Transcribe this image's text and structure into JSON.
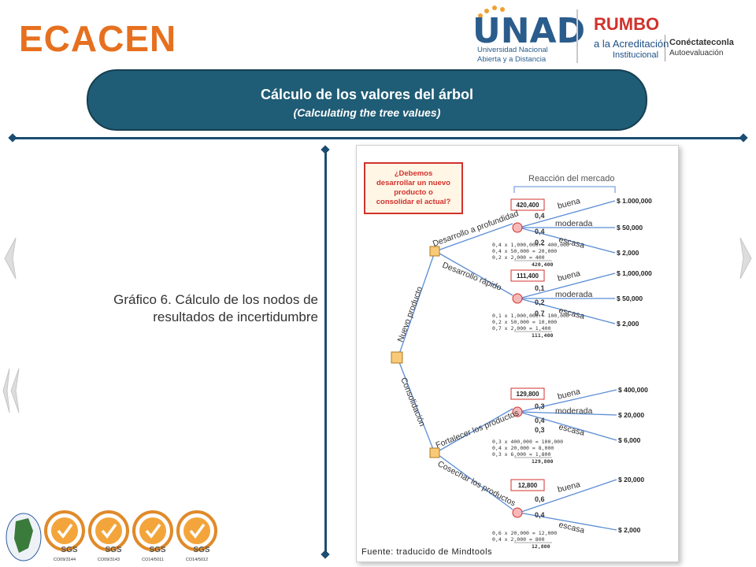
{
  "header": {
    "brand": "ECACEN",
    "unad_logo": {
      "title": "UNAD",
      "line1": "Universidad Nacional",
      "line2": "Abierta y a Distancia"
    },
    "rumbo_logo": {
      "word": "RUMBO",
      "line1": "a la Acreditación",
      "line2": "Institucional",
      "right1": "Conéctateconla",
      "right2": "Autoevaluación"
    }
  },
  "banner": {
    "title": "Cálculo de los valores del árbol",
    "subtitle": "(Calculating the tree values)"
  },
  "caption": {
    "line1": "Gráfico 6. Cálculo de los nodos de",
    "line2": "resultados de incertidumbre"
  },
  "diagram": {
    "question": [
      "¿Debemos",
      "desarrollar un nuevo",
      "producto o",
      "consolidar el actual?"
    ],
    "market_reaction": "Reacción del mercado",
    "branch_new": "Nuevo producto",
    "branch_consolidate": "Consolidación",
    "sub_deep": "Desarrollo a profundidad",
    "sub_fast": "Desarrollo rápido",
    "sub_strengthen": "Fortalecer los productos",
    "sub_harvest": "Cosechar los productos",
    "values": {
      "deep": "420,400",
      "fast": "111,400",
      "strengthen": "129,800",
      "harvest": "12,800"
    },
    "deep": {
      "outcomes": [
        {
          "label": "buena",
          "prob": "0,4",
          "payoff": "$ 1.000,000"
        },
        {
          "label": "moderada",
          "prob": "0,4",
          "payoff": "$ 50,000"
        },
        {
          "label": "escasa",
          "prob": "0,2",
          "payoff": "$ 2,000"
        }
      ],
      "calc": [
        "0,4 x 1,000,000 = 400,000",
        "0,4 x     50,000 =  20,000",
        "0,2 x       2,000 =       400"
      ],
      "total": "420,400"
    },
    "fast": {
      "outcomes": [
        {
          "label": "buena",
          "prob": "0,1",
          "payoff": "$ 1,000,000"
        },
        {
          "label": "moderada",
          "prob": "0,2",
          "payoff": "$ 50,000"
        },
        {
          "label": "escasa",
          "prob": "0,7",
          "payoff": "$ 2,000"
        }
      ],
      "calc": [
        "0,1 x 1,000,000 = 100,000",
        "0,2 x     50,000 =  10,000",
        "0,7 x       2,000 =    1,400"
      ],
      "total": "111,400"
    },
    "strengthen": {
      "outcomes": [
        {
          "label": "buena",
          "prob": "0,3",
          "payoff": "$ 400,000"
        },
        {
          "label": "moderada",
          "prob": "0,4",
          "payoff": "$ 20,000"
        },
        {
          "label": "escasa",
          "prob": "0,3",
          "payoff": "$ 6,000"
        }
      ],
      "calc": [
        "0,3 x   400,000 = 100,000",
        "0,4 x     20,000 =    8,000",
        "0,3 x       6,000 =    1,800"
      ],
      "total": "129,800"
    },
    "harvest": {
      "outcomes": [
        {
          "label": "buena",
          "prob": "0,6",
          "payoff": "$ 20,000"
        },
        {
          "label": "escasa",
          "prob": "0,4",
          "payoff": "$ 2,000"
        }
      ],
      "calc": [
        "0,6 x     20,000 =  12,000",
        "0,4 x       2,000 =       800"
      ],
      "total": "12,800"
    },
    "source": "Fuente: traducido de Mindtools"
  },
  "seals": [
    "CO09/3144",
    "CO09/3143",
    "CO14/5011",
    "CO14/5012"
  ],
  "seal_brand": "SGS",
  "colors": {
    "brand": "#e6701f",
    "banner": "#1f5c75",
    "rule": "#1b4d72",
    "box_red": "#d1322c",
    "node_fill": "#f6b8b8"
  }
}
